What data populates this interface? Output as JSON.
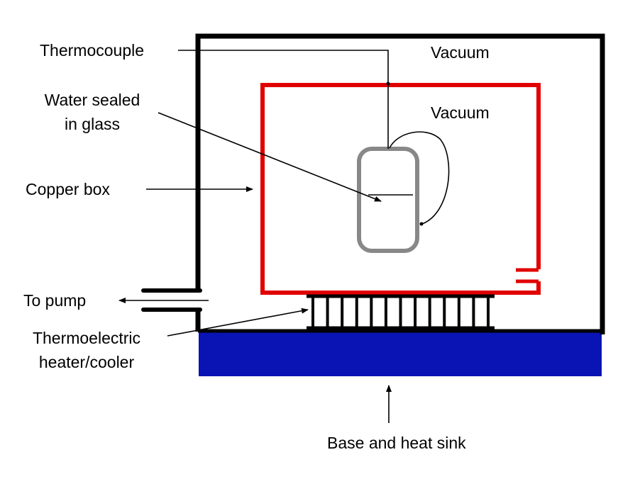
{
  "labels": {
    "thermocouple": "Thermocouple",
    "vacuum_outer": "Vacuum",
    "vacuum_inner": "Vacuum",
    "water_sealed_line1": "Water sealed",
    "water_sealed_line2": "in glass",
    "copper_box": "Copper box",
    "to_pump": "To pump",
    "thermoelectric_line1": "Thermoelectric",
    "thermoelectric_line2": "heater/cooler",
    "base_heat_sink": "Base and heat sink"
  },
  "colors": {
    "outer_chamber": "#000000",
    "copper_box": "#e00000",
    "glass_vial": "#888888",
    "base": "#0a14b4",
    "lines": "#000000"
  }
}
